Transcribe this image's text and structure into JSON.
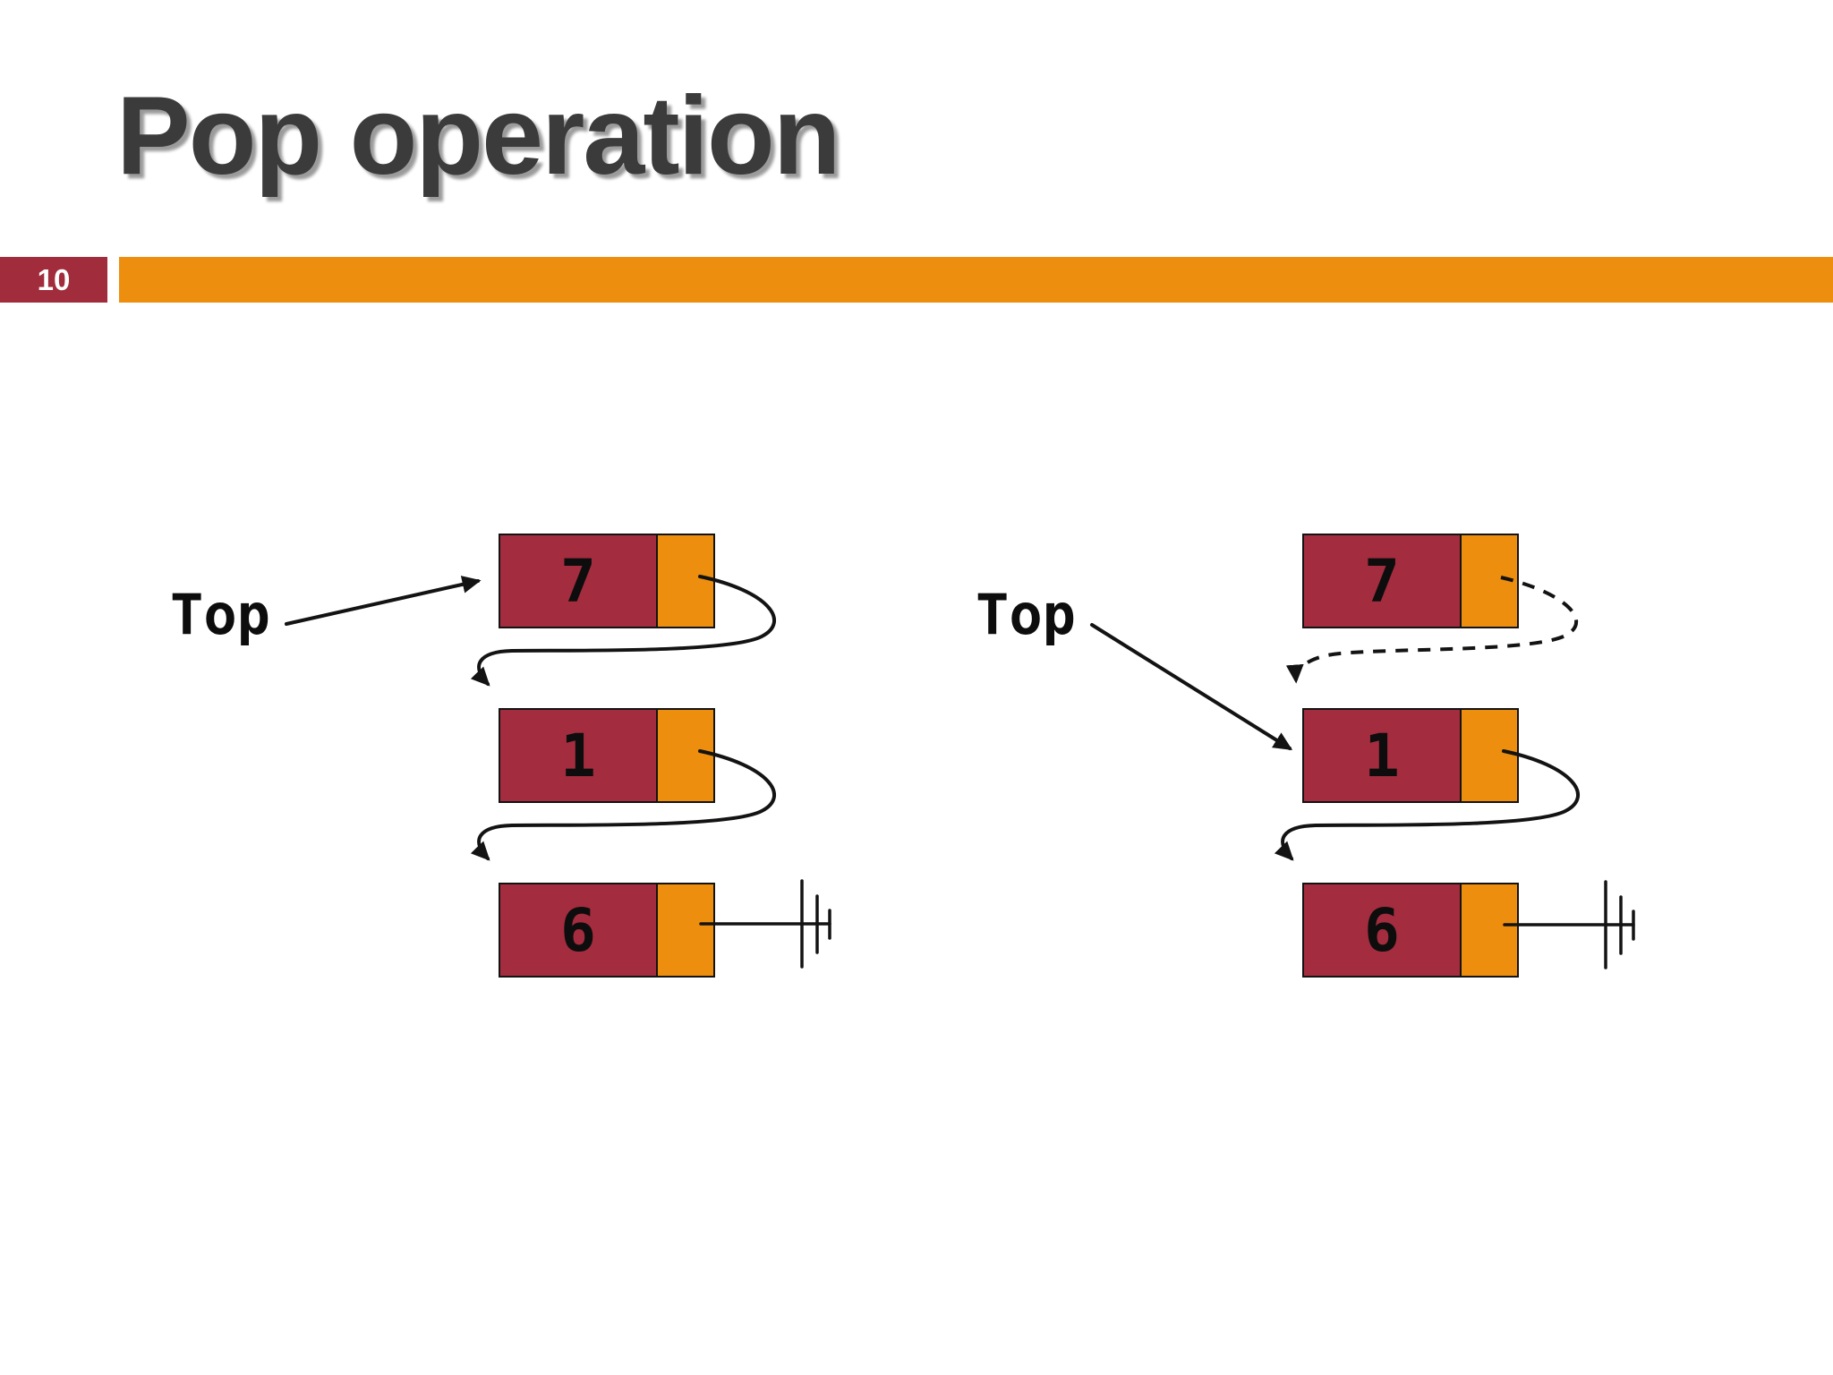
{
  "slide": {
    "title": "Pop operation",
    "page_number": "10"
  },
  "colors": {
    "maroon": "#a32c3e",
    "orange": "#ee8e0e",
    "title_gray": "#3b3b3b",
    "stroke_black": "#131313"
  },
  "diagrams": {
    "before": {
      "label": "Top",
      "top_points_to": "7",
      "nodes": [
        {
          "value": "7"
        },
        {
          "value": "1"
        },
        {
          "value": "6"
        }
      ],
      "terminator": "null-ground"
    },
    "after": {
      "label": "Top",
      "top_points_to": "1",
      "popped_link_style": "dashed",
      "nodes": [
        {
          "value": "7"
        },
        {
          "value": "1"
        },
        {
          "value": "6"
        }
      ],
      "terminator": "null-ground"
    }
  }
}
